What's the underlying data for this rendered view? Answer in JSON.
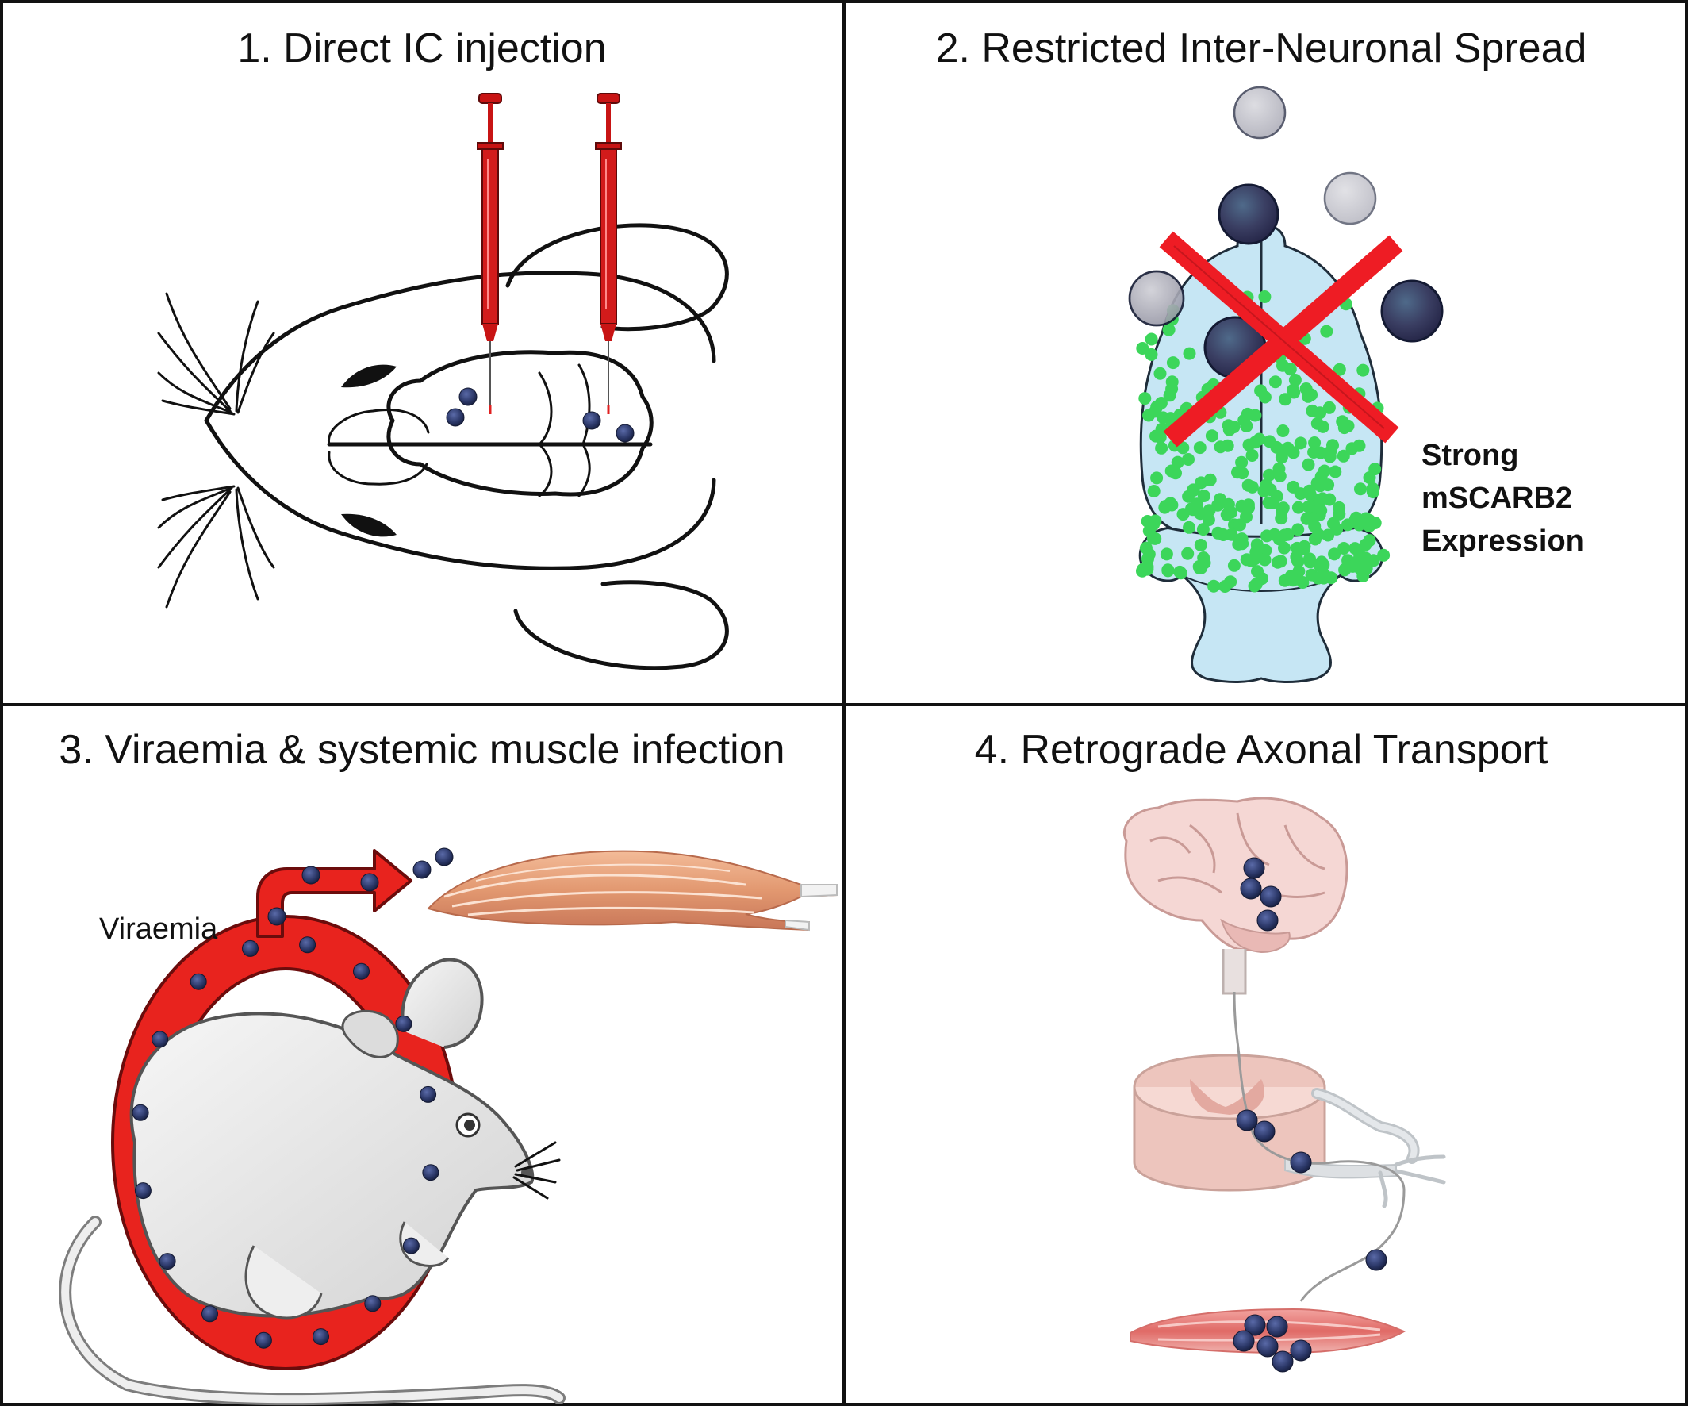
{
  "figure": {
    "panels": [
      {
        "id": "1",
        "title": "1. Direct IC injection"
      },
      {
        "id": "2",
        "title": "2. Restricted Inter-Neuronal Spread"
      },
      {
        "id": "3",
        "title": "3. Viraemia & systemic muscle infection"
      },
      {
        "id": "4",
        "title": "4. Retrograde Axonal Transport"
      }
    ],
    "panel2_label": [
      "Strong",
      "mSCARB2",
      "Expression"
    ],
    "panel3_label": "Viraemia"
  },
  "colors": {
    "border": "#111111",
    "syringe_red": "#c81414",
    "blood_vessel_red": "#e8231e",
    "virus_navy": "#2a3666",
    "brain_blue": "#c6e6f4",
    "receptor_green": "#3cd65a",
    "cross_red": "#ee1c24",
    "muscle_salmon": "#e8a07c",
    "mouse_grey": "#e6e6e6"
  },
  "icons": [
    "syringe-icon",
    "virus-particle-icon",
    "mouse-head-outline",
    "mouse-brain-icon",
    "muscle-fiber-icon",
    "spinal-cord-icon",
    "human-brain-icon",
    "cross-mark-icon",
    "arrow-icon"
  ]
}
